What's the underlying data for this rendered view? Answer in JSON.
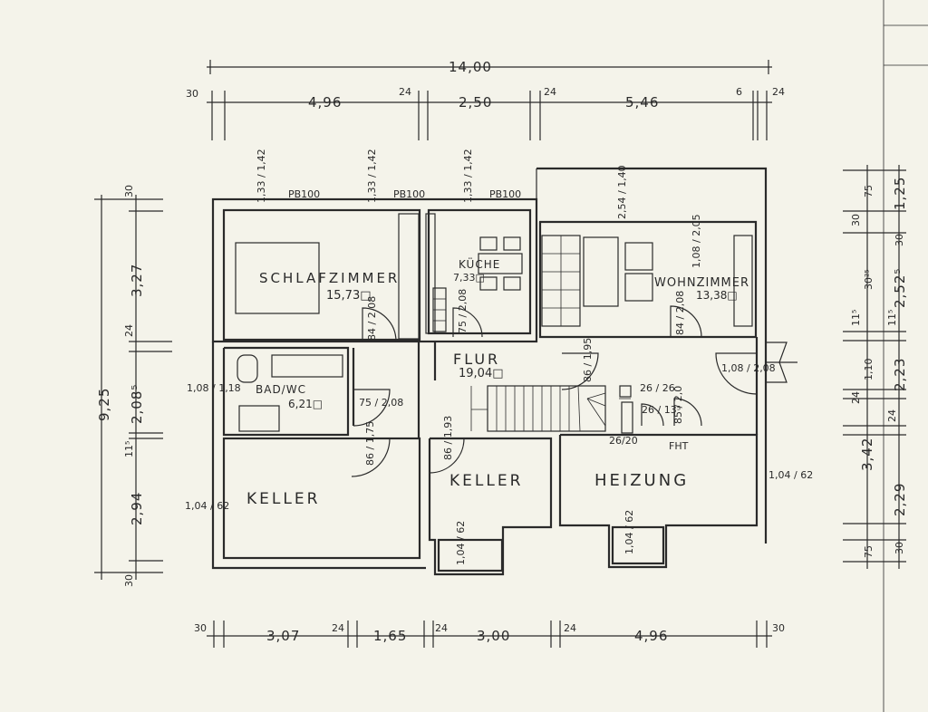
{
  "dimensions": {
    "top_total": "14,00",
    "top": [
      "30",
      "4,96",
      "24",
      "2,50",
      "24",
      "5,46",
      "6",
      "24"
    ],
    "bottom": [
      "30",
      "3,07",
      "24",
      "1,65",
      "24",
      "3,00",
      "24",
      "4,96",
      "30"
    ],
    "left": [
      "30",
      "3,27",
      "24",
      "2,08⁵",
      "11⁵",
      "2,94",
      "30"
    ],
    "left_total": "9,25",
    "right_outer": [
      "1,25",
      "2,52⁵",
      "2,23",
      "2,29"
    ],
    "right_inner": [
      "75",
      "30",
      "30²⁵",
      "30",
      "11⁵",
      "11⁵",
      "1,10",
      "24",
      "24",
      "3,42",
      "30",
      "75"
    ]
  },
  "rooms": [
    {
      "name": "SCHLAFZIMMER",
      "area": "15,73□"
    },
    {
      "name": "KÜCHE",
      "area": "7,33□"
    },
    {
      "name": "WOHNZIMMER",
      "area": "13,38□"
    },
    {
      "name": "FLUR",
      "area": "19,04□"
    },
    {
      "name": "BAD/WC",
      "area": "6,21□"
    },
    {
      "name": "KELLER",
      "area": ""
    },
    {
      "name": "KELLER",
      "area": ""
    },
    {
      "name": "HEIZUNG",
      "area": ""
    }
  ],
  "windows": [
    "1,33 / 1,42",
    "1,33 / 1,42",
    "1,33 / 1,42",
    "2,54 / 1,40",
    "1,08 / 2,05",
    "1,08 / 1,18",
    "1,04 / 62",
    "1,04 / 62",
    "1,04 / 62",
    "1,04 / 62"
  ],
  "lintels": [
    "PB100",
    "PB100",
    "PB100"
  ],
  "doors": [
    "84 / 2,08",
    "75 / 2,08",
    "75 / 2,08",
    "84 / 2,08",
    "86 / 1,95",
    "86 / 1,75",
    "86 / 1,93",
    "1,08 / 2,08",
    "26 / 26",
    "26 / 13⁵",
    "85 / 2,0",
    "26/20"
  ],
  "labels": {
    "fht": "FHT"
  }
}
